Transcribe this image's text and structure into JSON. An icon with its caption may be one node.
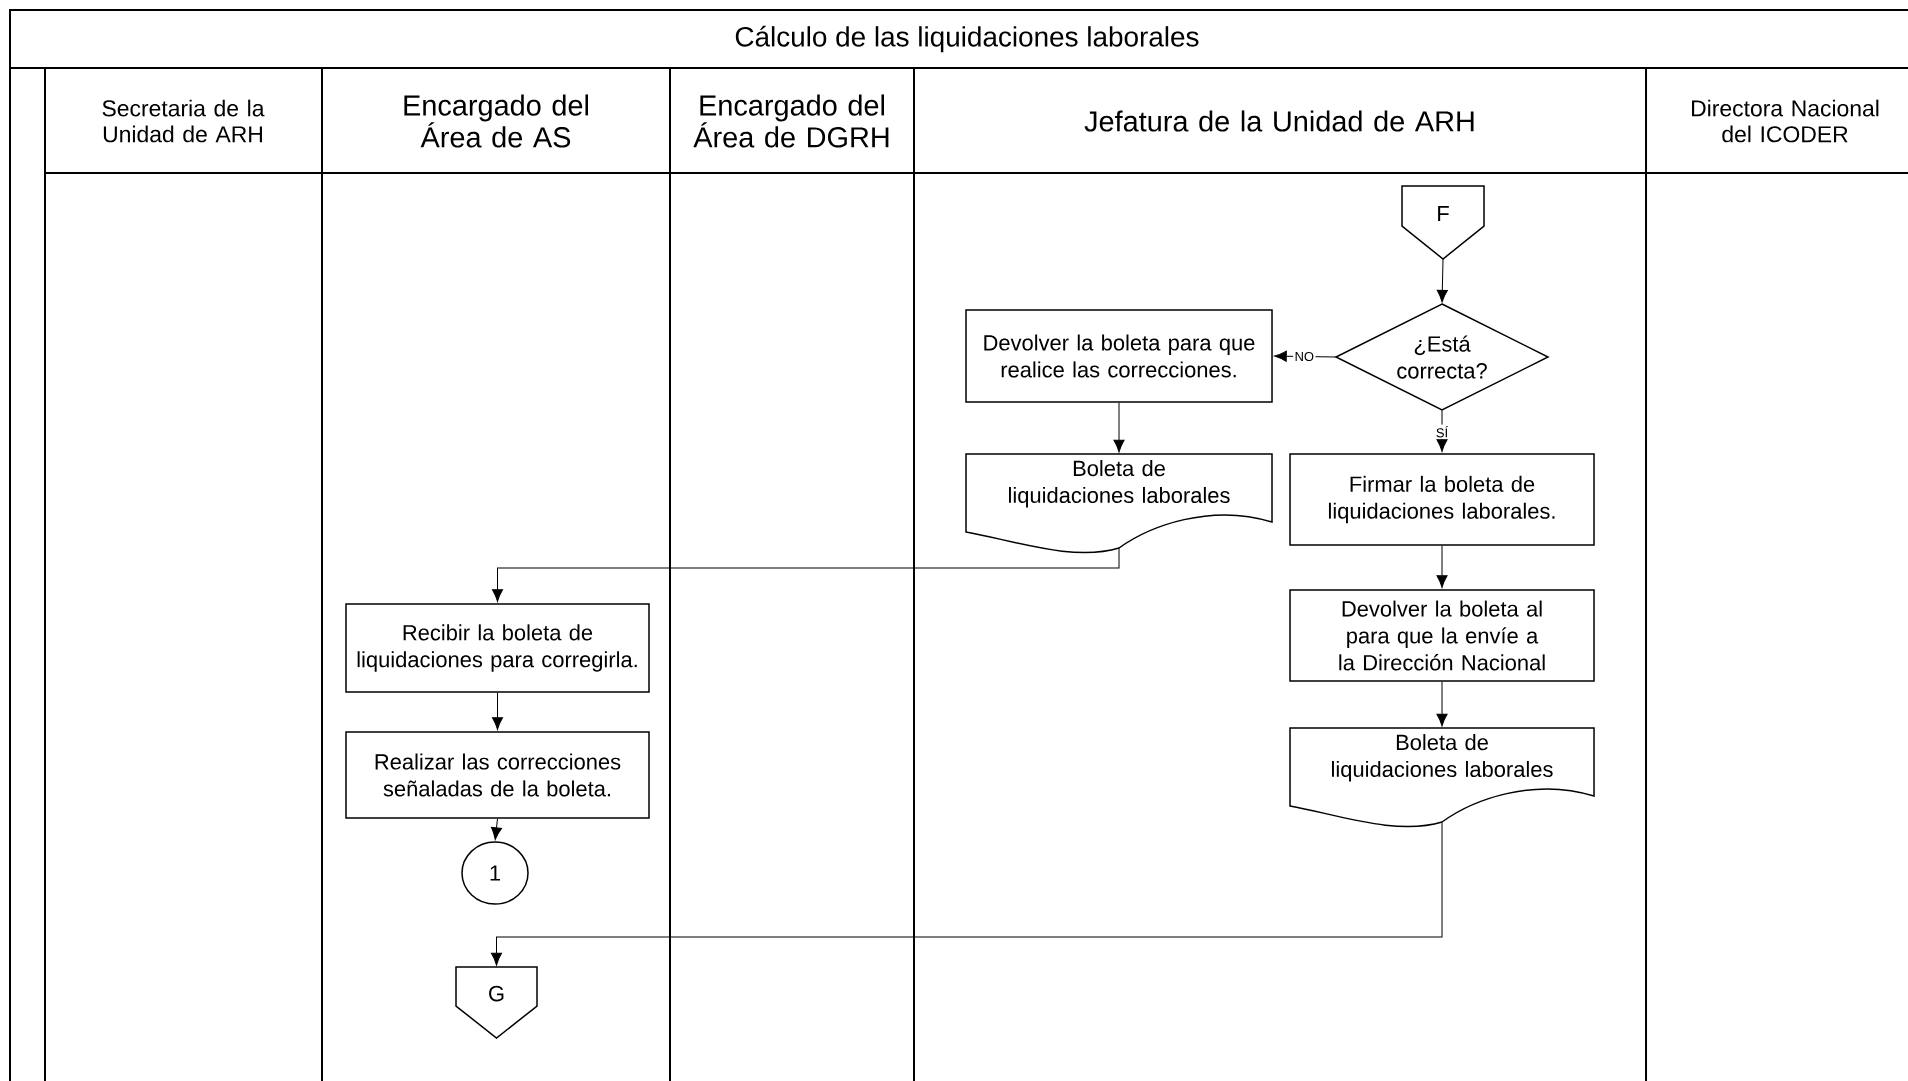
{
  "diagram": {
    "title": "Cálculo de las liquidaciones laborales",
    "nodes": [
      {
        "text": [
          "F"
        ]
      },
      {
        "text": [
          "¿Está correcta?"
        ]
      },
      {
        "text": [
          "Devolver la boleta para que realice las correcciones."
        ]
      },
      {
        "text": [
          "Boleta de liquidaciones laborales"
        ]
      },
      {
        "text": [
          "Firmar la boleta de liquidaciones laborales."
        ]
      },
      {
        "text": [
          "Recibir la boleta de liquidaciones para corregirla."
        ]
      },
      {
        "text": [
          "Devolver la boleta al para que la envíe a la Dirección Nacional"
        ]
      },
      {
        "text": [
          "Realizar las correcciones señaladas de la boleta."
        ]
      },
      {
        "text": [
          "Boleta de liquidaciones laborales"
        ]
      },
      {
        "text": [
          "1"
        ]
      },
      {
        "text": [
          "G"
        ]
      }
    ],
    "edges": [
      {
        "from": 0,
        "to": 1,
        "arrow": "to"
      },
      {
        "from": 1,
        "to": 2,
        "arrow": "to",
        "label": "NO"
      },
      {
        "from": 1,
        "to": 4,
        "arrow": "to",
        "label": "SÍ"
      },
      {
        "from": 2,
        "to": 3,
        "arrow": "to"
      },
      {
        "from": 3,
        "to": 5,
        "arrow": "to"
      },
      {
        "from": 4,
        "to": 6,
        "arrow": "to"
      },
      {
        "from": 6,
        "to": 8,
        "arrow": "to"
      },
      {
        "from": 5,
        "to": 7,
        "arrow": "to"
      },
      {
        "from": 7,
        "to": 9,
        "arrow": "to"
      },
      {
        "from": 8,
        "to": 10,
        "arrow": "to"
      }
    ],
    "labels": [
      "Secretaria de la Unidad de ARH",
      "Encargado del Área de AS",
      "Encargado del Área de DGRH",
      "Jefatura de la Unidad de ARH",
      "Directora Nacional del ICODER"
    ]
  }
}
